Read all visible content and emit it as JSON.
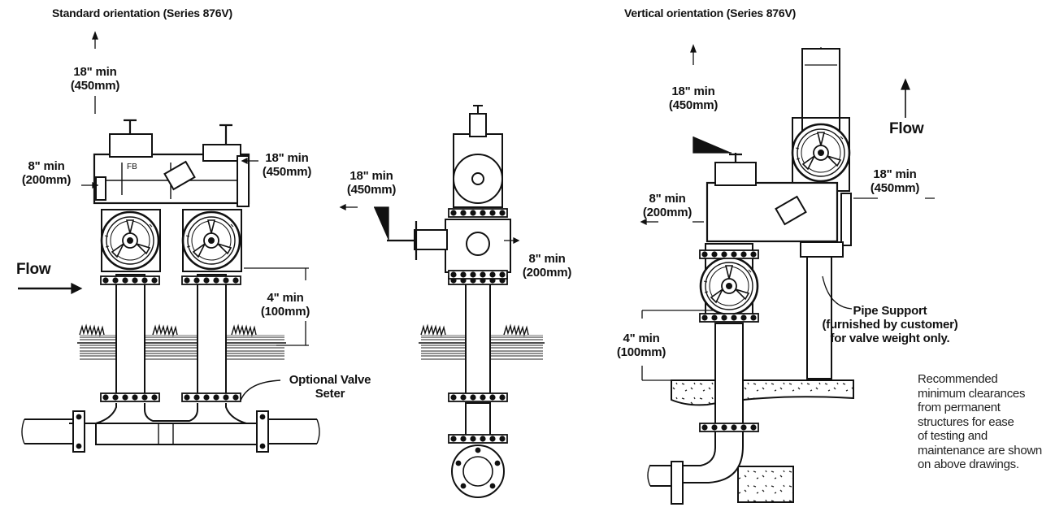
{
  "titles": {
    "standard": "Standard orientation (Series 876V)",
    "vertical": "Vertical orientation (Series 876V)"
  },
  "standard": {
    "top": {
      "line1": "18\" min",
      "line2": "(450mm)"
    },
    "left": {
      "line1": "8\" min",
      "line2": "(200mm)"
    },
    "right": {
      "line1": "18\" min",
      "line2": "(450mm)"
    },
    "flow": "Flow",
    "bottom": {
      "line1": "4\" min",
      "line2": "(100mm)"
    },
    "setter": {
      "line1": "Optional Valve",
      "line2": "Seter"
    }
  },
  "side": {
    "left": {
      "line1": "18\" min",
      "line2": "(450mm)"
    },
    "right": {
      "line1": "8\" min",
      "line2": "(200mm)"
    }
  },
  "vertical": {
    "top": {
      "line1": "18\" min",
      "line2": "(450mm)"
    },
    "flow": "Flow",
    "right": {
      "line1": "18\" min",
      "line2": "(450mm)"
    },
    "left": {
      "line1": "8\" min",
      "line2": "(200mm)"
    },
    "bottom": {
      "line1": "4\" min",
      "line2": "(100mm)"
    },
    "support": {
      "line1": "Pipe Support",
      "line2": "(furnished by customer)",
      "line3": "for valve weight only."
    }
  },
  "note": {
    "lines": [
      "Recommended",
      "minimum clearances",
      "from permanent",
      "structures for ease",
      "of testing and",
      "maintenance are shown",
      "on above drawings."
    ]
  }
}
